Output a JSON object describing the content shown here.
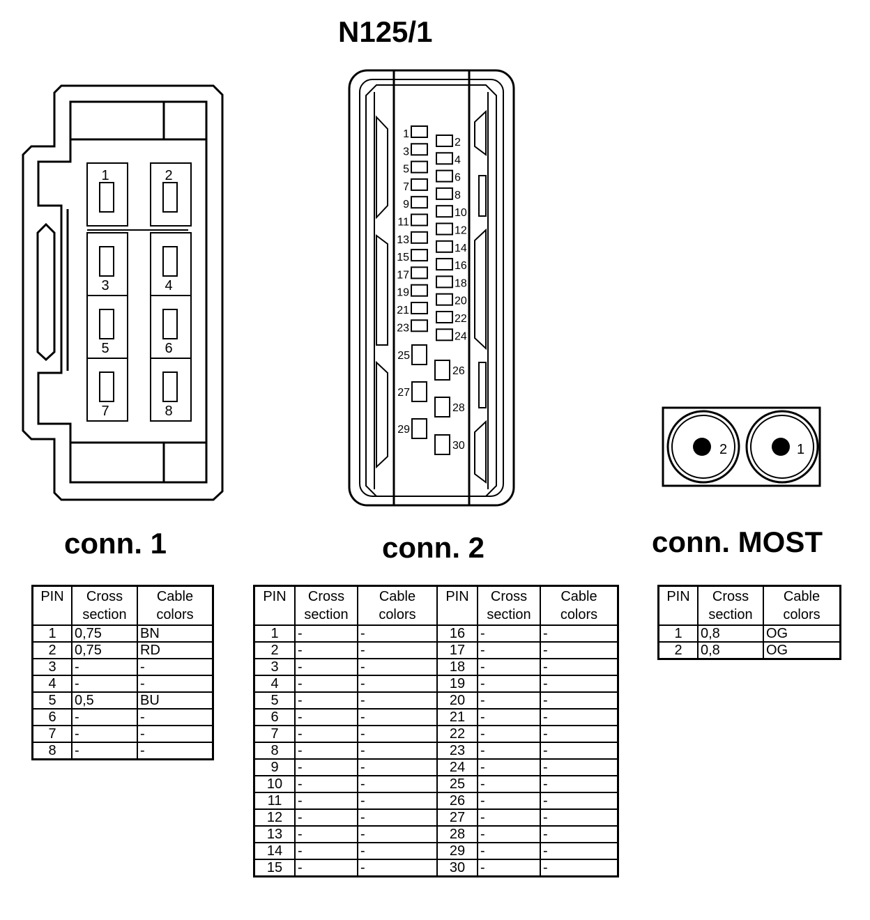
{
  "title": "N125/1",
  "connectors": {
    "conn1": {
      "label": "conn. 1",
      "pin_labels": [
        "1",
        "2",
        "3",
        "4",
        "5",
        "6",
        "7",
        "8"
      ]
    },
    "conn2": {
      "label": "conn. 2",
      "pin_labels": [
        "1",
        "2",
        "3",
        "4",
        "5",
        "6",
        "7",
        "8",
        "9",
        "10",
        "11",
        "12",
        "13",
        "14",
        "15",
        "16",
        "17",
        "18",
        "19",
        "20",
        "21",
        "22",
        "23",
        "24",
        "25",
        "26",
        "27",
        "28",
        "29",
        "30"
      ]
    },
    "most": {
      "label": "conn. MOST",
      "pin_labels": [
        "2",
        "1"
      ]
    }
  },
  "table_headers": {
    "pin": "PIN",
    "cross_section": [
      "Cross",
      "section"
    ],
    "cable_colors": [
      "Cable",
      "colors"
    ]
  },
  "table_conn1": [
    {
      "pin": "1",
      "cross_section": "0,75",
      "cable_color": "BN"
    },
    {
      "pin": "2",
      "cross_section": "0,75",
      "cable_color": "RD"
    },
    {
      "pin": "3",
      "cross_section": "-",
      "cable_color": "-"
    },
    {
      "pin": "4",
      "cross_section": "-",
      "cable_color": "-"
    },
    {
      "pin": "5",
      "cross_section": "0,5",
      "cable_color": "BU"
    },
    {
      "pin": "6",
      "cross_section": "-",
      "cable_color": "-"
    },
    {
      "pin": "7",
      "cross_section": "-",
      "cable_color": "-"
    },
    {
      "pin": "8",
      "cross_section": "-",
      "cable_color": "-"
    }
  ],
  "table_conn2": [
    {
      "pin": "1",
      "cross_section": "-",
      "cable_color": "-",
      "pin_b": "16",
      "cross_section_b": "-",
      "cable_color_b": "-"
    },
    {
      "pin": "2",
      "cross_section": "-",
      "cable_color": "-",
      "pin_b": "17",
      "cross_section_b": "-",
      "cable_color_b": "-"
    },
    {
      "pin": "3",
      "cross_section": "-",
      "cable_color": "-",
      "pin_b": "18",
      "cross_section_b": "-",
      "cable_color_b": "-"
    },
    {
      "pin": "4",
      "cross_section": "-",
      "cable_color": "-",
      "pin_b": "19",
      "cross_section_b": "-",
      "cable_color_b": "-"
    },
    {
      "pin": "5",
      "cross_section": "-",
      "cable_color": "-",
      "pin_b": "20",
      "cross_section_b": "-",
      "cable_color_b": "-"
    },
    {
      "pin": "6",
      "cross_section": "-",
      "cable_color": "-",
      "pin_b": "21",
      "cross_section_b": "-",
      "cable_color_b": "-"
    },
    {
      "pin": "7",
      "cross_section": "-",
      "cable_color": "-",
      "pin_b": "22",
      "cross_section_b": "-",
      "cable_color_b": "-"
    },
    {
      "pin": "8",
      "cross_section": "-",
      "cable_color": "-",
      "pin_b": "23",
      "cross_section_b": "-",
      "cable_color_b": "-"
    },
    {
      "pin": "9",
      "cross_section": "-",
      "cable_color": "-",
      "pin_b": "24",
      "cross_section_b": "-",
      "cable_color_b": "-"
    },
    {
      "pin": "10",
      "cross_section": "-",
      "cable_color": "-",
      "pin_b": "25",
      "cross_section_b": "-",
      "cable_color_b": "-"
    },
    {
      "pin": "11",
      "cross_section": "-",
      "cable_color": "-",
      "pin_b": "26",
      "cross_section_b": "-",
      "cable_color_b": "-"
    },
    {
      "pin": "12",
      "cross_section": "-",
      "cable_color": "-",
      "pin_b": "27",
      "cross_section_b": "-",
      "cable_color_b": "-"
    },
    {
      "pin": "13",
      "cross_section": "-",
      "cable_color": "-",
      "pin_b": "28",
      "cross_section_b": "-",
      "cable_color_b": "-"
    },
    {
      "pin": "14",
      "cross_section": "-",
      "cable_color": "-",
      "pin_b": "29",
      "cross_section_b": "-",
      "cable_color_b": "-"
    },
    {
      "pin": "15",
      "cross_section": "-",
      "cable_color": "-",
      "pin_b": "30",
      "cross_section_b": "-",
      "cable_color_b": "-"
    }
  ],
  "table_most": [
    {
      "pin": "1",
      "cross_section": "0,8",
      "cable_color": "OG"
    },
    {
      "pin": "2",
      "cross_section": "0,8",
      "cable_color": "OG"
    }
  ]
}
